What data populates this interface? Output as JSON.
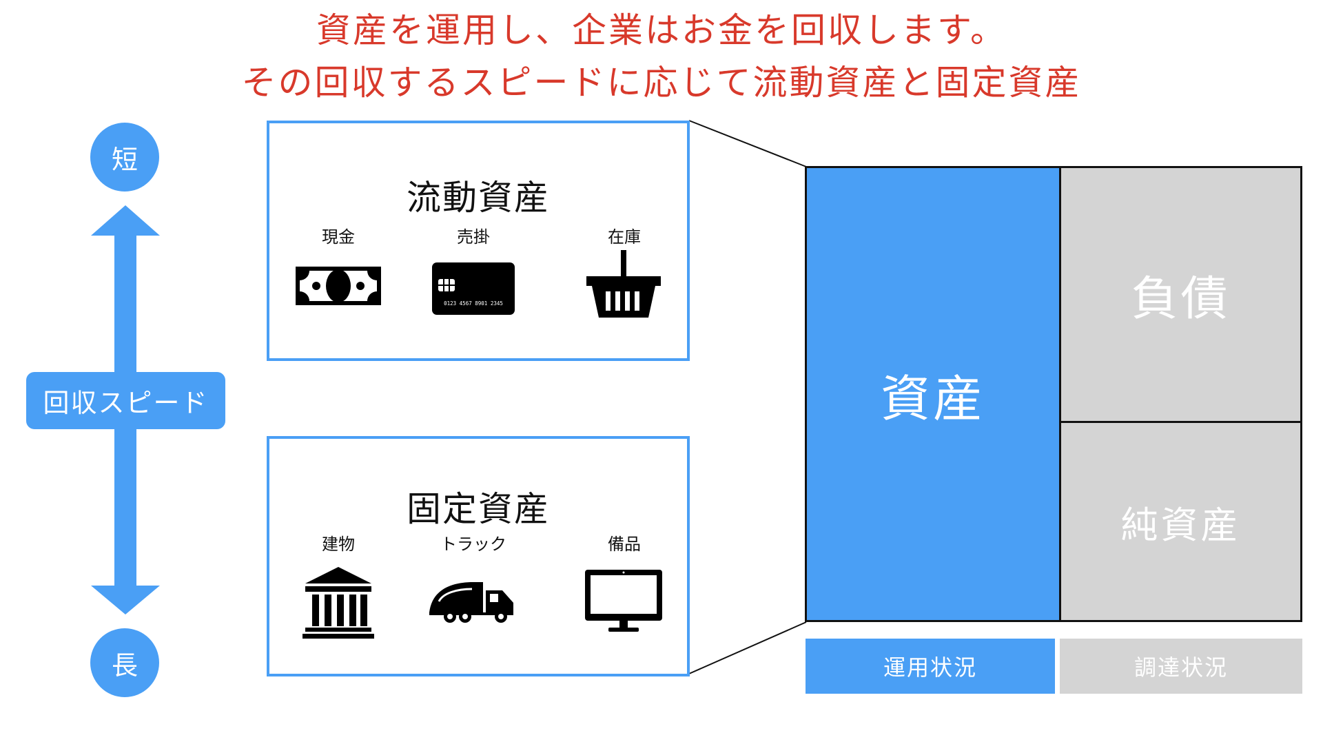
{
  "headline": {
    "line1": "資産を運用し、企業はお金を回収します。",
    "line2": "その回収するスピードに応じて流動資産と固定資産"
  },
  "speed_axis": {
    "short": "短",
    "long": "長",
    "label": "回収スピード"
  },
  "current_assets": {
    "title": "流動資産",
    "items": [
      {
        "label": "現金",
        "icon": "banknote-icon"
      },
      {
        "label": "売掛",
        "icon": "credit-card-icon"
      },
      {
        "label": "在庫",
        "icon": "basket-icon"
      }
    ],
    "card_number": "0123 4567 8901 2345"
  },
  "fixed_assets": {
    "title": "固定資産",
    "items": [
      {
        "label": "建物",
        "icon": "building-icon"
      },
      {
        "label": "トラック",
        "icon": "truck-icon"
      },
      {
        "label": "備品",
        "icon": "monitor-icon"
      }
    ]
  },
  "balance_sheet": {
    "assets": "資産",
    "liabilities": "負債",
    "net_assets": "純資産",
    "left_label": "運用状況",
    "right_label": "調達状況"
  },
  "colors": {
    "accent": "#4a9ff5",
    "headline": "#d8392b",
    "gray": "#d4d4d4"
  }
}
